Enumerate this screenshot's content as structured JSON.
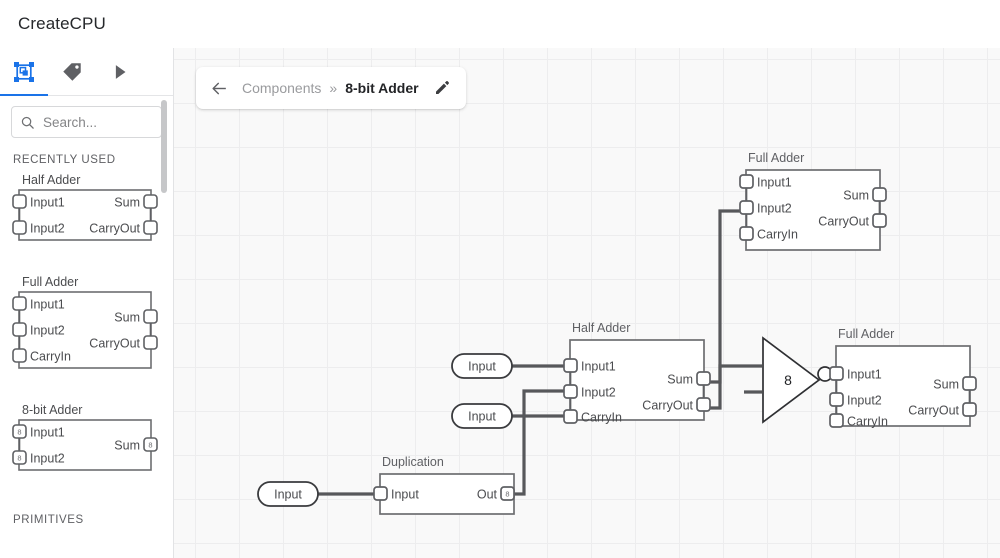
{
  "app": {
    "title": "CreateCPU"
  },
  "sidebar": {
    "tabs": [
      {
        "name": "components-tab",
        "icon": "component-icon",
        "active": true
      },
      {
        "name": "tags-tab",
        "icon": "tag-icon",
        "active": false
      },
      {
        "name": "run-tab",
        "icon": "play-icon",
        "active": false
      }
    ],
    "search": {
      "placeholder": "Search...",
      "value": "",
      "icon": "search-icon"
    },
    "sections": [
      {
        "label": "RECENTLY USED"
      },
      {
        "label": "PRIMITIVES"
      }
    ],
    "palette": [
      {
        "title": "Half Adder",
        "inputs": [
          {
            "label": "Input1",
            "width": 1
          },
          {
            "label": "Input2",
            "width": 1
          }
        ],
        "outputs": [
          {
            "label": "Sum",
            "width": 1
          },
          {
            "label": "CarryOut",
            "width": 1
          }
        ]
      },
      {
        "title": "Full Adder",
        "inputs": [
          {
            "label": "Input1",
            "width": 1
          },
          {
            "label": "Input2",
            "width": 1
          },
          {
            "label": "CarryIn",
            "width": 1
          }
        ],
        "outputs": [
          {
            "label": "Sum",
            "width": 1
          },
          {
            "label": "CarryOut",
            "width": 1
          }
        ]
      },
      {
        "title": "8-bit Adder",
        "inputs": [
          {
            "label": "Input1",
            "width": 8
          },
          {
            "label": "Input2",
            "width": 8
          }
        ],
        "outputs": [
          {
            "label": "Sum",
            "width": 8
          }
        ]
      }
    ]
  },
  "breadcrumb": {
    "back_icon": "arrow-left-icon",
    "root": "Components",
    "separator": "»",
    "current": "8-bit Adder",
    "edit_icon": "pencil-icon"
  },
  "canvas": {
    "grid": {
      "spacing": 44,
      "color": "#ededee",
      "background": "#f9f9f9"
    },
    "nodes": [
      {
        "id": "node-full-adder-top",
        "type": "component",
        "title": "Full Adder",
        "inputs": [
          "Input1",
          "Input2",
          "CarryIn"
        ],
        "outputs": [
          "Sum",
          "CarryOut"
        ]
      },
      {
        "id": "node-half-adder",
        "type": "component",
        "title": "Half Adder",
        "inputs": [
          "Input1",
          "Input2",
          "CarryIn"
        ],
        "outputs": [
          "Sum",
          "CarryOut"
        ]
      },
      {
        "id": "node-full-adder-right",
        "type": "component",
        "title": "Full Adder",
        "inputs": [
          "Input1",
          "Input2",
          "CarryIn"
        ],
        "outputs": [
          "Sum",
          "CarryOut"
        ]
      },
      {
        "id": "node-duplication",
        "type": "component",
        "title": "Duplication",
        "inputs": [
          "Input"
        ],
        "outputs": [
          "Out"
        ],
        "output_width": 8
      },
      {
        "id": "node-buffer",
        "type": "buffer-gate",
        "label": "8",
        "inverted": true
      }
    ],
    "input_pills": [
      {
        "id": "input-pill-1",
        "label": "Input"
      },
      {
        "id": "input-pill-2",
        "label": "Input"
      },
      {
        "id": "input-pill-3",
        "label": "Input"
      }
    ]
  },
  "labels": {
    "input1": "Input1",
    "input2": "Input2",
    "carryin": "CarryIn",
    "sum": "Sum",
    "carryout": "CarryOut",
    "input": "Input",
    "out": "Out",
    "half_adder": "Half Adder",
    "full_adder": "Full Adder",
    "duplication": "Duplication",
    "bus8": "8"
  }
}
